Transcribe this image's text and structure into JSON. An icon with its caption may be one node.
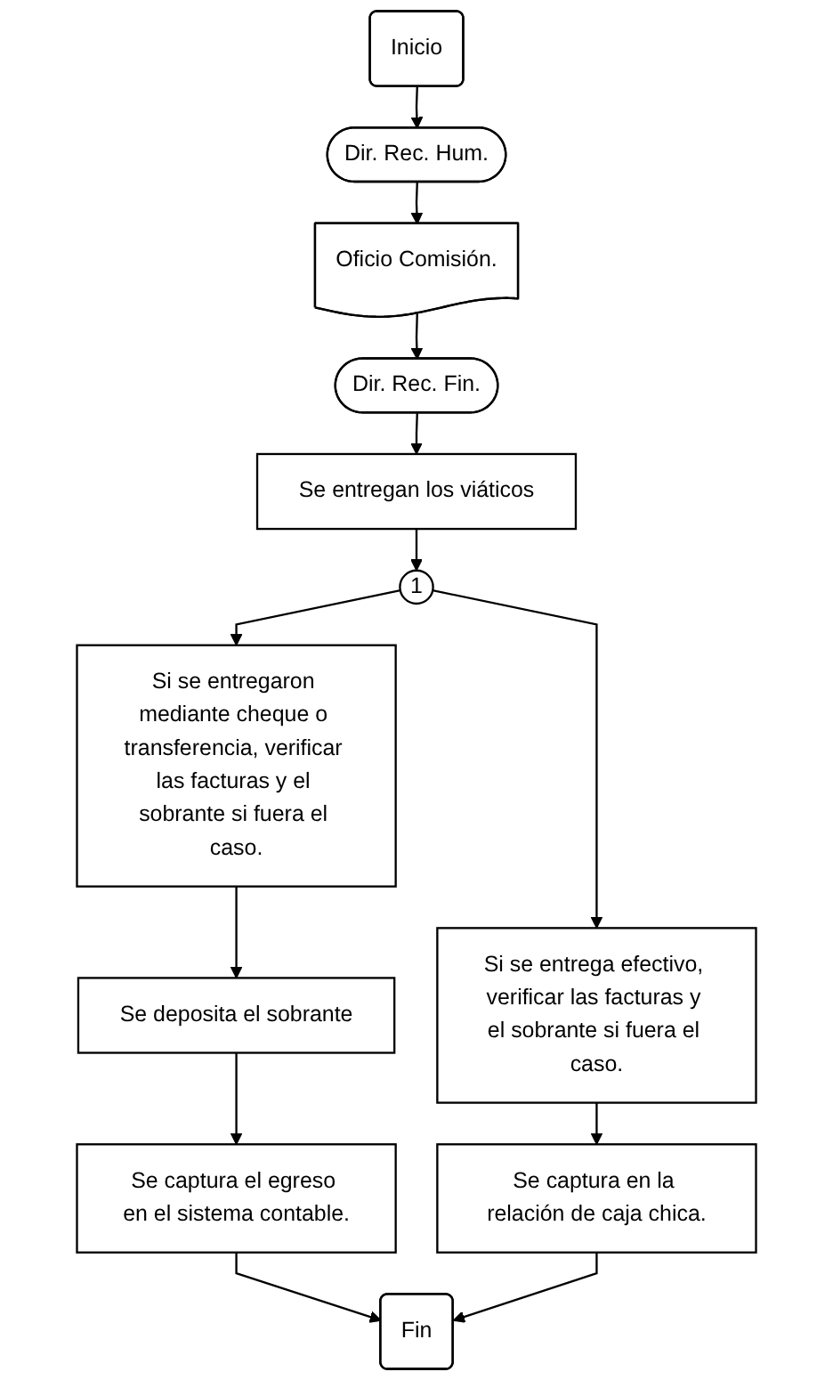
{
  "diagram": {
    "nodes": [
      {
        "text": [
          "Inicio"
        ]
      },
      {
        "text": [
          "Dir. Rec. Hum."
        ]
      },
      {
        "text": [
          "Oficio Comisión."
        ]
      },
      {
        "text": [
          "Dir. Rec. Fin."
        ]
      },
      {
        "text": [
          "Se entregan los viáticos"
        ]
      },
      {
        "text": [
          "1"
        ]
      },
      {
        "text": [
          "Si se entregaron mediante cheque o transferencia, verificar las facturas y el sobrante si fuera el caso."
        ]
      },
      {
        "text": [
          "Si se entrega efectivo, verificar las facturas y el sobrante si fuera el caso."
        ]
      },
      {
        "text": [
          "Se deposita el sobrante"
        ]
      },
      {
        "text": [
          "Se captura en la relación de caja chica."
        ]
      },
      {
        "text": [
          "Se captura el egreso en el sistema contable."
        ]
      },
      {
        "text": [
          "Fin"
        ]
      }
    ],
    "edges": [
      {
        "from": 0,
        "to": 1,
        "arrow": "to"
      },
      {
        "from": 1,
        "to": 2,
        "arrow": "to"
      },
      {
        "from": 2,
        "to": 3,
        "arrow": "to"
      },
      {
        "from": 3,
        "to": 4,
        "arrow": "to"
      },
      {
        "from": 4,
        "to": 5,
        "arrow": "to"
      },
      {
        "from": 5,
        "to": 6,
        "arrow": "to"
      },
      {
        "from": 5,
        "to": 7,
        "arrow": "to"
      },
      {
        "from": 6,
        "to": 8,
        "arrow": "to"
      },
      {
        "from": 7,
        "to": 9,
        "arrow": "to"
      },
      {
        "from": 8,
        "to": 10,
        "arrow": "to"
      },
      {
        "from": 10,
        "to": 11,
        "arrow": "to"
      },
      {
        "from": 9,
        "to": 11,
        "arrow": "to"
      }
    ]
  }
}
